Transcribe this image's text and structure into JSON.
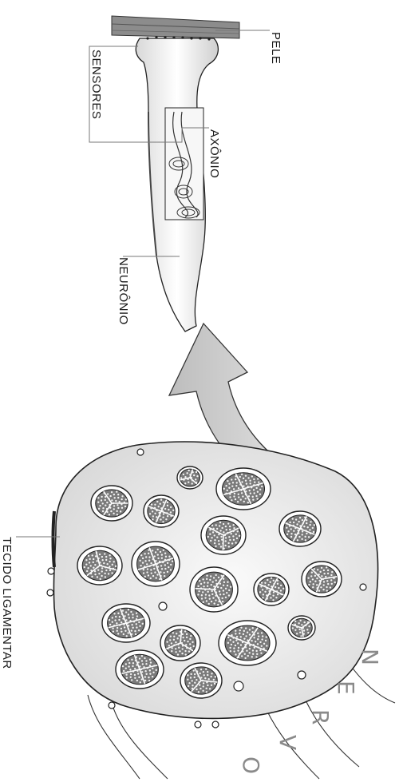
{
  "labels": {
    "pele": "PELE",
    "sensores": "SENSORES",
    "axonio": "AXÔNIO",
    "neuronio": "NEURÔNIO",
    "tecido": "TECIDO LIGAMENTAR"
  },
  "watermark": {
    "letters": [
      "N",
      "E",
      "R",
      "V",
      "O"
    ]
  },
  "colors": {
    "ink": "#1a1a1a",
    "tissue_fill": "#ececec",
    "fascicle_fill": "#7a7a7a",
    "arrow_fill": "#cfcfcf",
    "skin_fill": "#9a9a9a"
  }
}
